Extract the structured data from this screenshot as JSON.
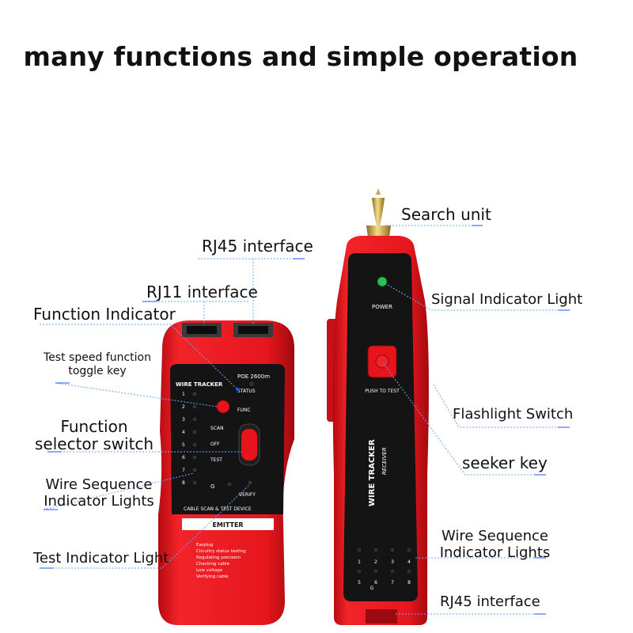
{
  "title": "many functions and simple operation",
  "callouts": {
    "search_unit": "Search unit",
    "rj45_top": "RJ45 interface",
    "rj11": "RJ11 interface",
    "function_indicator": "Function Indicator",
    "test_speed_line1": "Test speed function",
    "test_speed_line2": "toggle key",
    "function_selector_line1": "Function",
    "function_selector_line2": "selector switch",
    "wire_seq_left_line1": "Wire Sequence",
    "wire_seq_left_line2": "Indicator Lights",
    "test_indicator": "Test Indicator Light",
    "signal_indicator": "Signal Indicator Light",
    "flashlight_switch": "Flashlight Switch",
    "seeker_key": "seeker key",
    "wire_seq_right_line1": "Wire Sequence",
    "wire_seq_right_line2": "Indicator Lights",
    "rj45_bottom": "RJ45 interface"
  },
  "emitter": {
    "brand": "WIRE TRACKER",
    "model": "POE 2600m",
    "status": "STATUS",
    "func": "FUNC",
    "scan": "SCAN",
    "off": "OFF",
    "test": "TEST",
    "g": "G",
    "verify": "VERIFY",
    "device_line": "CABLE SCAN & TEST DEVICE",
    "emitter_label": "EMITTER",
    "numbers": [
      "1",
      "2",
      "3",
      "4",
      "5",
      "6",
      "7",
      "8"
    ],
    "features": [
      "Earplug",
      "Circuitry status testing",
      "Regulating precision",
      "Checking cable",
      "Low voltage",
      "Verifying cable"
    ]
  },
  "receiver": {
    "power": "POWER",
    "push": "PUSH TO TEST",
    "brand": "WIRE TRACKER",
    "sub": "RECEIVER",
    "numbers_row1": [
      "1",
      "2",
      "3",
      "4"
    ],
    "numbers_row2": [
      "5",
      "6",
      "7",
      "8"
    ],
    "g": "G"
  },
  "colors": {
    "device_red": "#e8141c",
    "panel_black": "#141414",
    "leader_blue": "#1a56ff"
  }
}
